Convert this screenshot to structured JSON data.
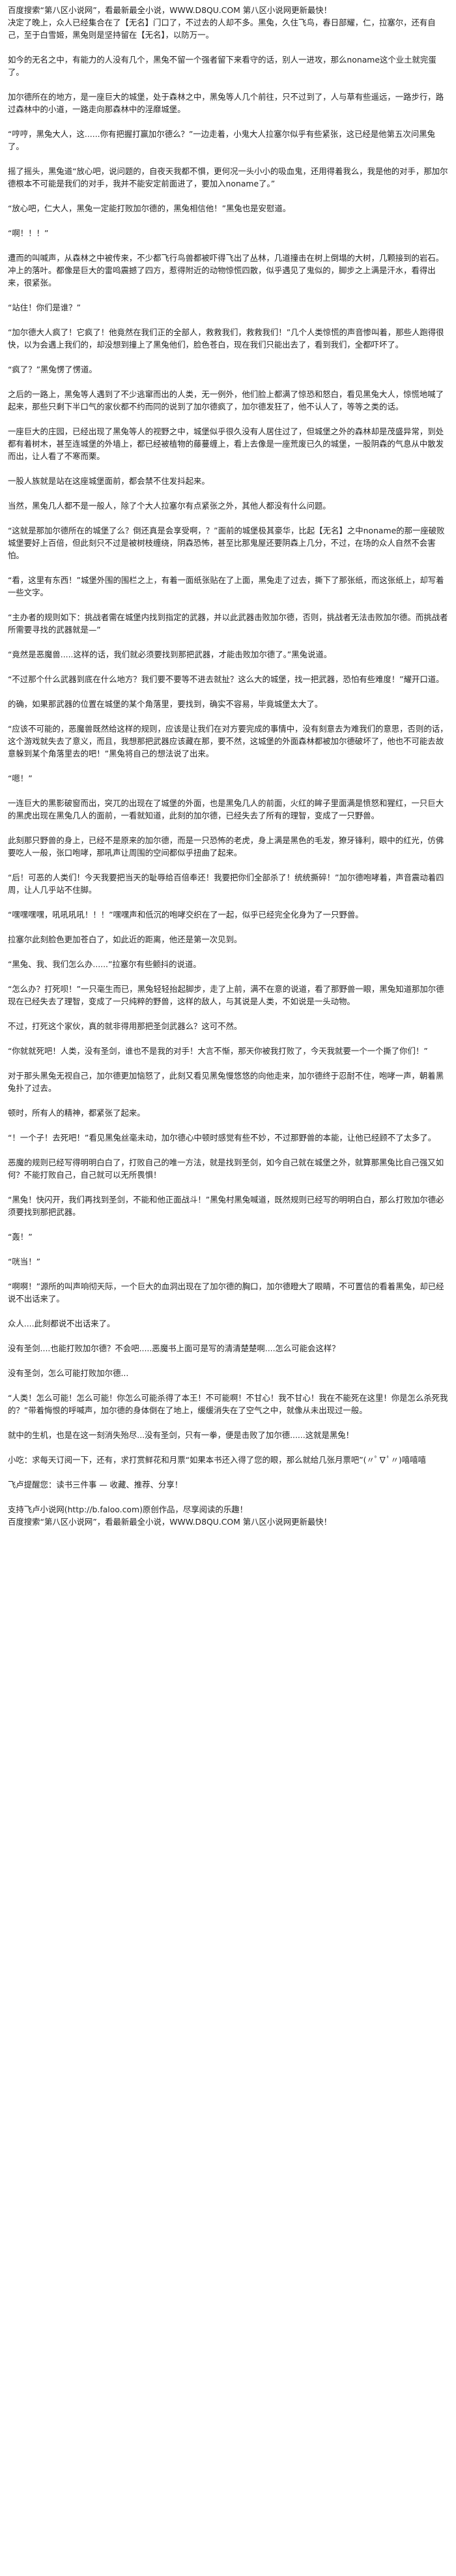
{
  "header": "百度搜索“第八区小说网”，看最新最全小说，WWW.D8QU.COM 第八区小说网更新最快！",
  "paragraphs": [
    {
      "text": "决定了晚上，众人已经集合在了【无名】门口了，不过去的人却不多。黑兔，久住飞鸟，春日部耀，仁，拉塞尔，还有自己，至于白雪姬，黑兔则是坚持留在【无名】，以防万一。",
      "gap": true
    },
    {
      "text": "如今的无名之中，有能力的人没有几个，黑兔不留一个强者留下来看守的话，别人一进攻，那么noname这个业土就完蛋了。",
      "gap": true
    },
    {
      "text": "加尔德所在的地方，是一座巨大的城堡，处于森林之中，黑兔等人几个前往，只不过到了，人与草有些遥远，一路步行，路过森林中的小道，一路走向那森林中的淫靡城堡。",
      "gap": true
    },
    {
      "text": "“哼哼，黑兔大人，这......你有把握打赢加尔德么？”一边走着，小鬼大人拉塞尔似乎有些紧张，这已经是他第五次问黑兔了。",
      "gap": true
    },
    {
      "text": "摇了摇头，黑兔道“放心吧，说问题的，自夜天我都不惧，更何况一头小小的吸血鬼，还用得着我么，我是他的对手，那加尔德根本不可能是我们的对手，我并不能安定前面进了，要加入noname了。”",
      "gap": true
    },
    {
      "text": "“放心吧，仁大人，黑兔一定能打败加尔德的，黑兔相信他！”黑兔也是安慰道。",
      "gap": true
    },
    {
      "text": "“啊！！！”",
      "gap": true
    },
    {
      "text": "遭而的叫喊声，从森林之中被传来，不少都飞行鸟兽都被吓得飞出了丛林，几道撞击在树上倒塌的大树，几颗接到的岩石。冲上的落叶。都像是巨大的雷鸣震撼了四方，惹得附近的动物惊慌四散，似乎遇见了鬼似的，脚步之上满是汗水，看得出来，很紧张。",
      "gap": true
    },
    {
      "text": "“站住！你们是谁？”",
      "gap": true
    },
    {
      "text": "“加尔德大人疯了！它疯了！他竟然在我们正的全部人，救救我们，救救我们！”几个人类惊慌的声音惨叫着，那些人跑得很快，以为会遇上我们的，却没想到撞上了黑兔他们，脸色苍白，现在我们只能出去了，看到我们，全都吓坏了。",
      "gap": true
    },
    {
      "text": "“疯了？”黑兔愣了愣道。",
      "gap": true
    },
    {
      "text": "之后的一路上，黑兔等人遇到了不少逃窜而出的人类，无一例外，他们脸上都满了惊恐和怒白，看见黑兔大人，惊慌地喊了起来，那些只剩下半口气的家伙都不约而同的说到了加尔德疯了，加尔德发狂了，他不认人了，等等之类的话。",
      "gap": true
    },
    {
      "text": "一座巨大的庄园，已经出现了黑兔等人的视野之中，城堡似乎很久没有人居住过了，但城堡之外的森林却是茂盛异常，到处都有着树木，甚至连城堡的外墙上，都已经被植物的藤蔓缠上，看上去像是一座荒废已久的城堡，一股阴森的气息从中散发而出，让人看了不寒而栗。",
      "gap": true
    },
    {
      "text": "一股人族就是站在这座城堡面前，都会禁不住发抖起来。",
      "gap": true
    },
    {
      "text": "当然，黑兔几人都不是一般人，除了个大人拉塞尔有点紧张之外，其他人都没有什么问题。",
      "gap": true
    },
    {
      "text": "“这就是那加尔德所在的城堡了么？倒还真是会享受啊，？”面前的城堡极其豪华，比起【无名】之中noname的那一座破败城堡要好上百倍，但此刻只不过是被树枝缠绕，阴森恐怖，甚至比那鬼屋还要阴森上几分，不过，在场的众人自然不会害怕。",
      "gap": true
    },
    {
      "text": "“看，这里有东西！”城堡外围的围栏之上，有着一面纸张贴在了上面，黑兔走了过去，撕下了那张纸，而这张纸上，却写着一些文字。",
      "gap": true
    },
    {
      "text": "“主办者的规则如下：挑战者需在城堡内找到指定的武器，并以此武器击败加尔德，否则，挑战者无法击败加尔德。而挑战者所需要寻找的武器就是—”",
      "gap": true
    },
    {
      "text": "“竟然是恶魔兽.....这样的话，我们就必须要找到那把武器，才能击败加尔德了。”黑兔说道。",
      "gap": true
    },
    {
      "text": "“不过那个什么武器到底在什么地方？我们要不要等不进去就扯？这么大的城堡，找一把武器，恐怕有些难度！”耀开口道。",
      "gap": true
    },
    {
      "text": "的确，如果那武器的位置在城堡的某个角落里，要找到，确实不容易，毕竟城堡太大了。",
      "gap": true
    },
    {
      "text": "“应该不可能的，恶魔兽既然给这样的规则，应该是让我们在对方要完成的事情中，没有刻意去为难我们的意思，否则的话，这个游戏就失去了意义，而且，我想那把武器应该藏在那，要不然，这城堡的外面森林都被加尔德破坏了，他也不可能去故意躲到某个角落里去的吧！”黑兔将自己的想法说了出来。",
      "gap": true
    },
    {
      "text": "“嗯！”",
      "gap": true
    },
    {
      "text": "一连巨大的黑影破窗而出，突兀的出现在了城堡的外面，也是黑兔几人的前面，火红的眸子里面满是愤怒和猩红，一只巨大的黑虎出现在黑兔几人的面前，一看就知道，此刻的加尔德，已经失去了所有的理智，变成了一只野兽。",
      "gap": true
    },
    {
      "text": "此刻那只野兽的身上，已经不是原来的加尔德，而是一只恐怖的老虎，身上满是黑色的毛发，獠牙锋利，眼中的红光，仿佛要吃人一般，张口咆哮，那吼声让周围的空间都似乎扭曲了起来。",
      "gap": true
    },
    {
      "text": "“后！可恶的人类们！今天我要把当天的耻辱给百倍奉还！我要把你们全部杀了！统统撕碎！”加尔德咆哮着，声音震动着四周，让人几乎站不住脚。",
      "gap": true
    },
    {
      "text": "“嘿嘿嘿嘿，吼吼吼吼！！！”嘿嘿声和低沉的咆哮交织在了一起，似乎已经完全化身为了一只野兽。",
      "gap": true
    },
    {
      "text": "拉塞尔此刻脸色更加苍白了，如此近的距离，他还是第一次见到。",
      "gap": true
    },
    {
      "text": "“黑兔、我、我们怎么办......”拉塞尔有些颤抖的说道。",
      "gap": true
    },
    {
      "text": "“怎么办？打死呗！”一只毫生而已，黑兔轻轻抬起脚步，走了上前，满不在意的说道，看了那野兽一眼，黑兔知道那加尔德现在已经失去了理智，变成了一只纯粹的野兽，这样的敌人，与其说是人类，不如说是一头动物。",
      "gap": true
    },
    {
      "text": "不过，打死这个家伙，真的就非得用那把圣剑武器么？这可不然。",
      "gap": true
    },
    {
      "text": "“你就就死吧！人类，没有圣剑，谁也不是我的对手！大言不惭，那天你被我打败了，今天我就要一个一个撕了你们！”",
      "gap": true
    },
    {
      "text": "对于那头黑兔无视自己，加尔德更加恼怒了，此刻又看见黑兔慢悠悠的向他走来，加尔德终于忍耐不住，咆哮一声，朝着黑兔扑了过去。",
      "gap": true
    },
    {
      "text": "顿时，所有人的精神，都紧张了起来。",
      "gap": true
    },
    {
      "text": "“！一个子！去死吧！”看见黑兔丝毫未动，加尔德心中顿时感觉有些不妙，不过那野兽的本能，让他已经顾不了太多了。",
      "gap": true
    },
    {
      "text": "恶魔的规则已经写得明明白白了，打败自己的唯一方法，就是找到圣剑，如今自己就在城堡之外，就算那黑兔比自己强又如何？不能打败自己，自己就可以无所畏惧！",
      "gap": true
    },
    {
      "text": "“黑兔！快闪开，我们再找到圣剑，不能和他正面战斗！”黑兔村黑兔喊道，既然规则已经写的明明白白，那么打败加尔德必须要找到那把武器。",
      "gap": true
    },
    {
      "text": "“轰！”",
      "gap": true
    },
    {
      "text": "“咣当！”",
      "gap": true
    },
    {
      "text": "“啊啊！”源所的叫声响彻天际，一个巨大的血洞出现在了加尔德的胸口，加尔德瞪大了眼睛，不可置信的看着黑兔，却已经说不出话来了。",
      "gap": true
    },
    {
      "text": "众人....此刻都说不出话来了。",
      "gap": true
    },
    {
      "text": "没有圣剑....也能打败加尔德？不会吧.....恶魔书上面可是写的清清楚楚啊....怎么可能会这样？",
      "gap": true
    },
    {
      "text": "没有圣剑，怎么可能打败加尔德...",
      "gap": true
    },
    {
      "text": "“人类！怎么可能！怎么可能！你怎么可能杀得了本王！不可能啊！不甘心！我不甘心！我在不能死在这里！你是怎么杀死我的？”带着悔恨的呼喊声，加尔德的身体倒在了地上，缓缓消失在了空气之中，就像从未出现过一般。",
      "gap": true
    },
    {
      "text": "就中的生机，也是在这一刻消失殆尽...没有圣剑，只有一拳，便是击败了加尔德......这就是黑兔！",
      "gap": true
    },
    {
      "text": "小吃：求每天订阅一下，还有，求打赏鲜花和月票“如果本书还入得了您的眼，那么就给几张月票吧”(〃ﾟ∇ﾟ〃)嘻嘻嘻",
      "gap": true
    },
    {
      "text": "飞卢提醒您：读书三件事 — 收藏、推荐、分享！",
      "gap": true
    }
  ],
  "footer": [
    "支持飞卢小说网(http://b.faloo.com)原创作品，尽享阅读的乐趣！",
    "百度搜索“第八区小说网”，看最新最全小说，WWW.D8QU.COM 第八区小说网更新最快！"
  ]
}
